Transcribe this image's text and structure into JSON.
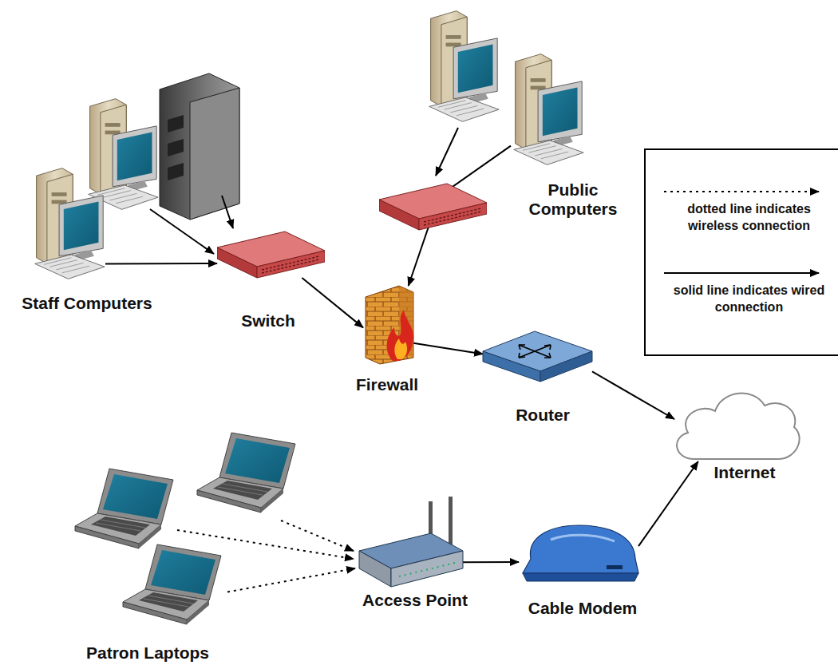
{
  "diagram": {
    "nodes": [
      {
        "text": [
          "Staff Computers"
        ]
      },
      {
        "text": [
          "Switch"
        ]
      },
      {
        "text": [
          "Public Computers"
        ]
      },
      {
        "text": [
          "Firewall"
        ]
      },
      {
        "text": [
          "Router"
        ]
      },
      {
        "text": [
          "Internet"
        ]
      },
      {
        "text": [
          "Patron Laptops"
        ]
      },
      {
        "text": [
          "Access Point"
        ]
      },
      {
        "text": [
          "Cable Modem"
        ]
      }
    ],
    "edges": [
      {
        "from": 0,
        "to": 1,
        "arrow": "to"
      },
      {
        "from": 1,
        "to": 3,
        "arrow": "to"
      },
      {
        "from": 2,
        "to": 3,
        "arrow": "to"
      },
      {
        "from": 3,
        "to": 4,
        "arrow": "to"
      },
      {
        "from": 4,
        "to": 5,
        "arrow": "to"
      },
      {
        "from": 6,
        "to": 7,
        "arrow": "to"
      },
      {
        "from": 7,
        "to": 8,
        "arrow": "to"
      },
      {
        "from": 8,
        "to": 5,
        "arrow": "to"
      }
    ],
    "legend": [
      {
        "text": "dotted line indicates wireless connection"
      },
      {
        "text": "solid line indicates wired connection"
      }
    ]
  }
}
